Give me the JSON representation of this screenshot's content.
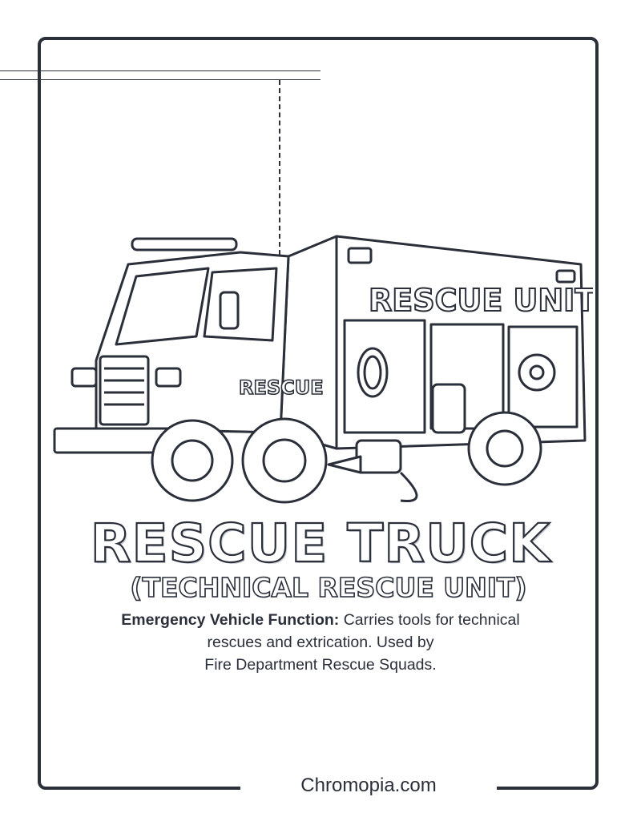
{
  "truck": {
    "side_label": "RESCUE",
    "body_label": "RESCUE UNIT"
  },
  "title": "RESCUE TRUCK",
  "subtitle": "(TECHNICAL RESCUE UNIT)",
  "description": {
    "key": "Emergency Vehicle Function:",
    "line1_rest": "Carries tools for technical",
    "line2": "rescues and extrication. Used by",
    "line3": "Fire Department Rescue Squads."
  },
  "footer": "Chromopia.com"
}
